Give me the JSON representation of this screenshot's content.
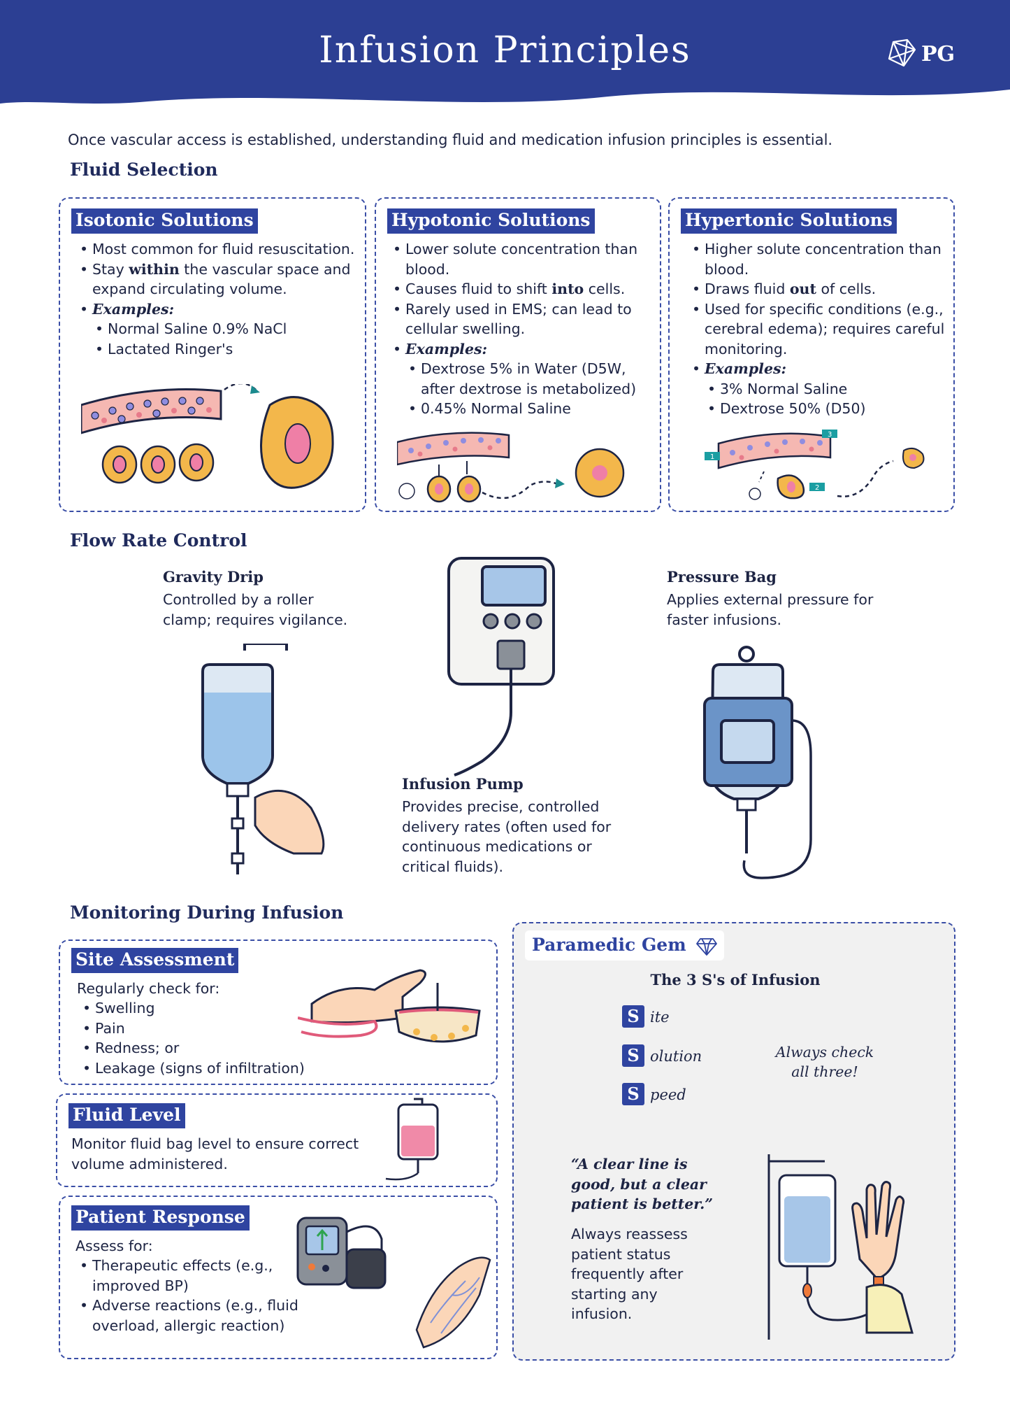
{
  "header": {
    "title": "Infusion Principles",
    "logo_text": "PG",
    "color": "#2c3f93"
  },
  "intro": "Once vascular access is established, understanding fluid and medication infusion principles is essential.",
  "fluid_selection": {
    "heading": "Fluid Selection",
    "isotonic": {
      "title": "Isotonic Solutions",
      "bullets": [
        "Most common for fluid resuscitation."
      ],
      "stay_pre": "Stay ",
      "stay_bold": "within",
      "stay_post": " the vascular space and expand circulating volume.",
      "examples_label": "Examples:",
      "examples": [
        "Normal Saline 0.9% NaCl",
        "Lactated Ringer's"
      ]
    },
    "hypotonic": {
      "title": "Hypotonic Solutions",
      "b1": "Lower solute concentration than blood.",
      "b2_pre": "Causes fluid to shift ",
      "b2_bold": "into",
      "b2_post": " cells.",
      "b3": "Rarely used in EMS; can lead to cellular swelling.",
      "examples_label": "Examples:",
      "examples": [
        "Dextrose 5% in Water (D5W, after dextrose is metabolized)",
        "0.45% Normal Saline"
      ]
    },
    "hypertonic": {
      "title": "Hypertonic Solutions",
      "b1": "Higher solute concentration than blood.",
      "b2_pre": "Draws fluid ",
      "b2_bold": "out",
      "b2_post": " of cells.",
      "b3": "Used for specific conditions (e.g., cerebral edema); requires careful monitoring.",
      "examples_label": "Examples:",
      "examples": [
        "3% Normal Saline",
        "Dextrose 50% (D50)"
      ],
      "markers": [
        "1",
        "2",
        "3"
      ]
    }
  },
  "flow_rate": {
    "heading": "Flow Rate Control",
    "gravity": {
      "title": "Gravity Drip",
      "desc": "Controlled by a roller clamp; requires vigilance."
    },
    "pump": {
      "title": "Infusion Pump",
      "desc": "Provides precise, controlled delivery rates (often used for continuous medications or critical fluids)."
    },
    "pressure": {
      "title": "Pressure Bag",
      "desc": "Applies external pressure for faster infusions."
    }
  },
  "monitoring": {
    "heading": "Monitoring During Infusion",
    "site": {
      "title": "Site Assessment",
      "intro": "Regularly check for:",
      "items": [
        "Swelling",
        "Pain",
        "Redness; or",
        "Leakage (signs of infiltration)"
      ]
    },
    "fluid_level": {
      "title": "Fluid Level",
      "desc": "Monitor fluid bag level to ensure correct volume administered."
    },
    "patient": {
      "title": "Patient Response",
      "intro": "Assess for:",
      "items": [
        "Therapeutic effects (e.g., improved BP)",
        "Adverse reactions (e.g., fluid overload, allergic reaction)"
      ]
    }
  },
  "gem": {
    "title": "Paramedic Gem",
    "subtitle": "The 3 S's of Infusion",
    "letters": [
      "S",
      "S",
      "S"
    ],
    "words": [
      "ite",
      "olution",
      "peed"
    ],
    "note": "Always check all three!",
    "quote": "“A clear line is good, but a clear patient is better.”",
    "advice": "Always reassess patient status frequently after starting any infusion."
  },
  "colors": {
    "accent": "#2f44a0",
    "dash": "#3a4ea6",
    "text": "#1d2443",
    "gem_bg": "#f1f1f1"
  }
}
